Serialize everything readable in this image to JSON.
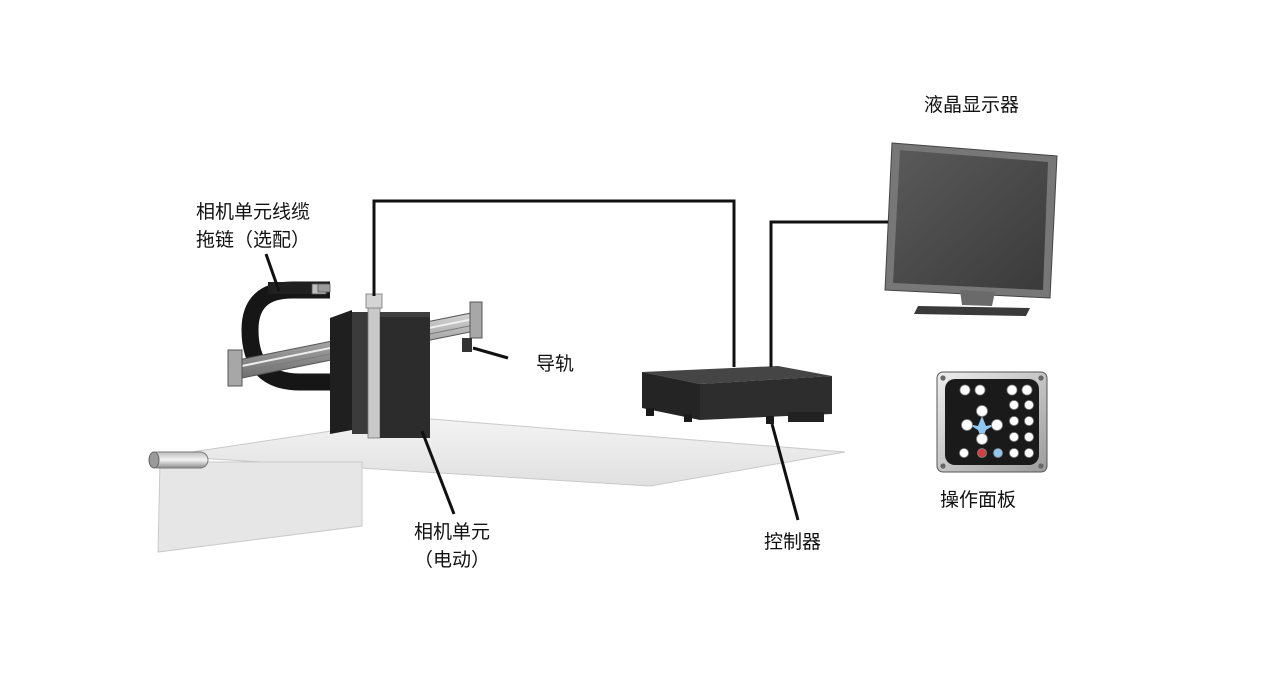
{
  "labels": {
    "camera_cable_chain": [
      "相机单元线缆",
      "拖链（选配）"
    ],
    "guide_rail": "导轨",
    "camera_unit": [
      "相机单元",
      "（电动）"
    ],
    "controller": "控制器",
    "lcd_monitor": "液晶显示器",
    "operation_panel": "操作面板"
  },
  "colors": {
    "line": "#111111",
    "device_dark": "#2a2a2a",
    "rail_gray": "#a9a9a9",
    "screen": "#4a4a4a",
    "web_film": "#eeeeee",
    "panel_key_blue": "#8ec8f0",
    "panel_key_red": "#d04040"
  }
}
